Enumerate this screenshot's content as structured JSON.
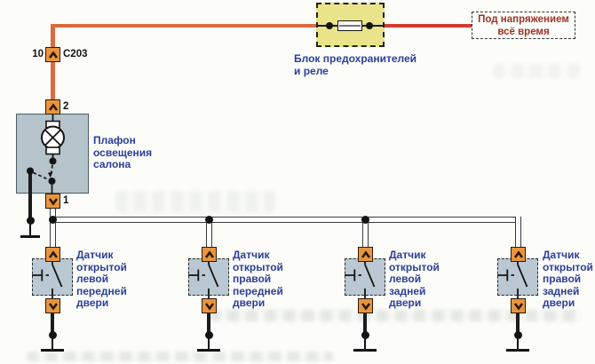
{
  "diagram": {
    "power_note": "Под напряжением\nвсё время",
    "fuse_block_label": "Блок предохранителей\nи реле",
    "connector_c203": {
      "pin": "10",
      "name": "C203"
    },
    "dome_lamp": {
      "pin_top": "2",
      "pin_bottom": "1",
      "label": "Плафон\nосвещения\nсалона"
    },
    "door_switches": [
      {
        "label": "Датчик\nоткрытой\nлевой\nпередней\nдвери"
      },
      {
        "label": "Датчик\nоткрытой\nправой\nпередней\nдвери"
      },
      {
        "label": "Датчик\nоткрытой\nлевой\nзадней\nдвери"
      },
      {
        "label": "Датчик\nоткрытой\nправой\nзадней\nдвери"
      }
    ],
    "colors": {
      "wire_orange": "#dc6a3c",
      "wire_red": "#d23b31",
      "connector_orange": "#e9953f",
      "fuse_block_fill": "#e9e489",
      "component_fill": "#b6c4cc",
      "label_blue": "#2b3f9a",
      "note_red": "#9c3424"
    }
  }
}
